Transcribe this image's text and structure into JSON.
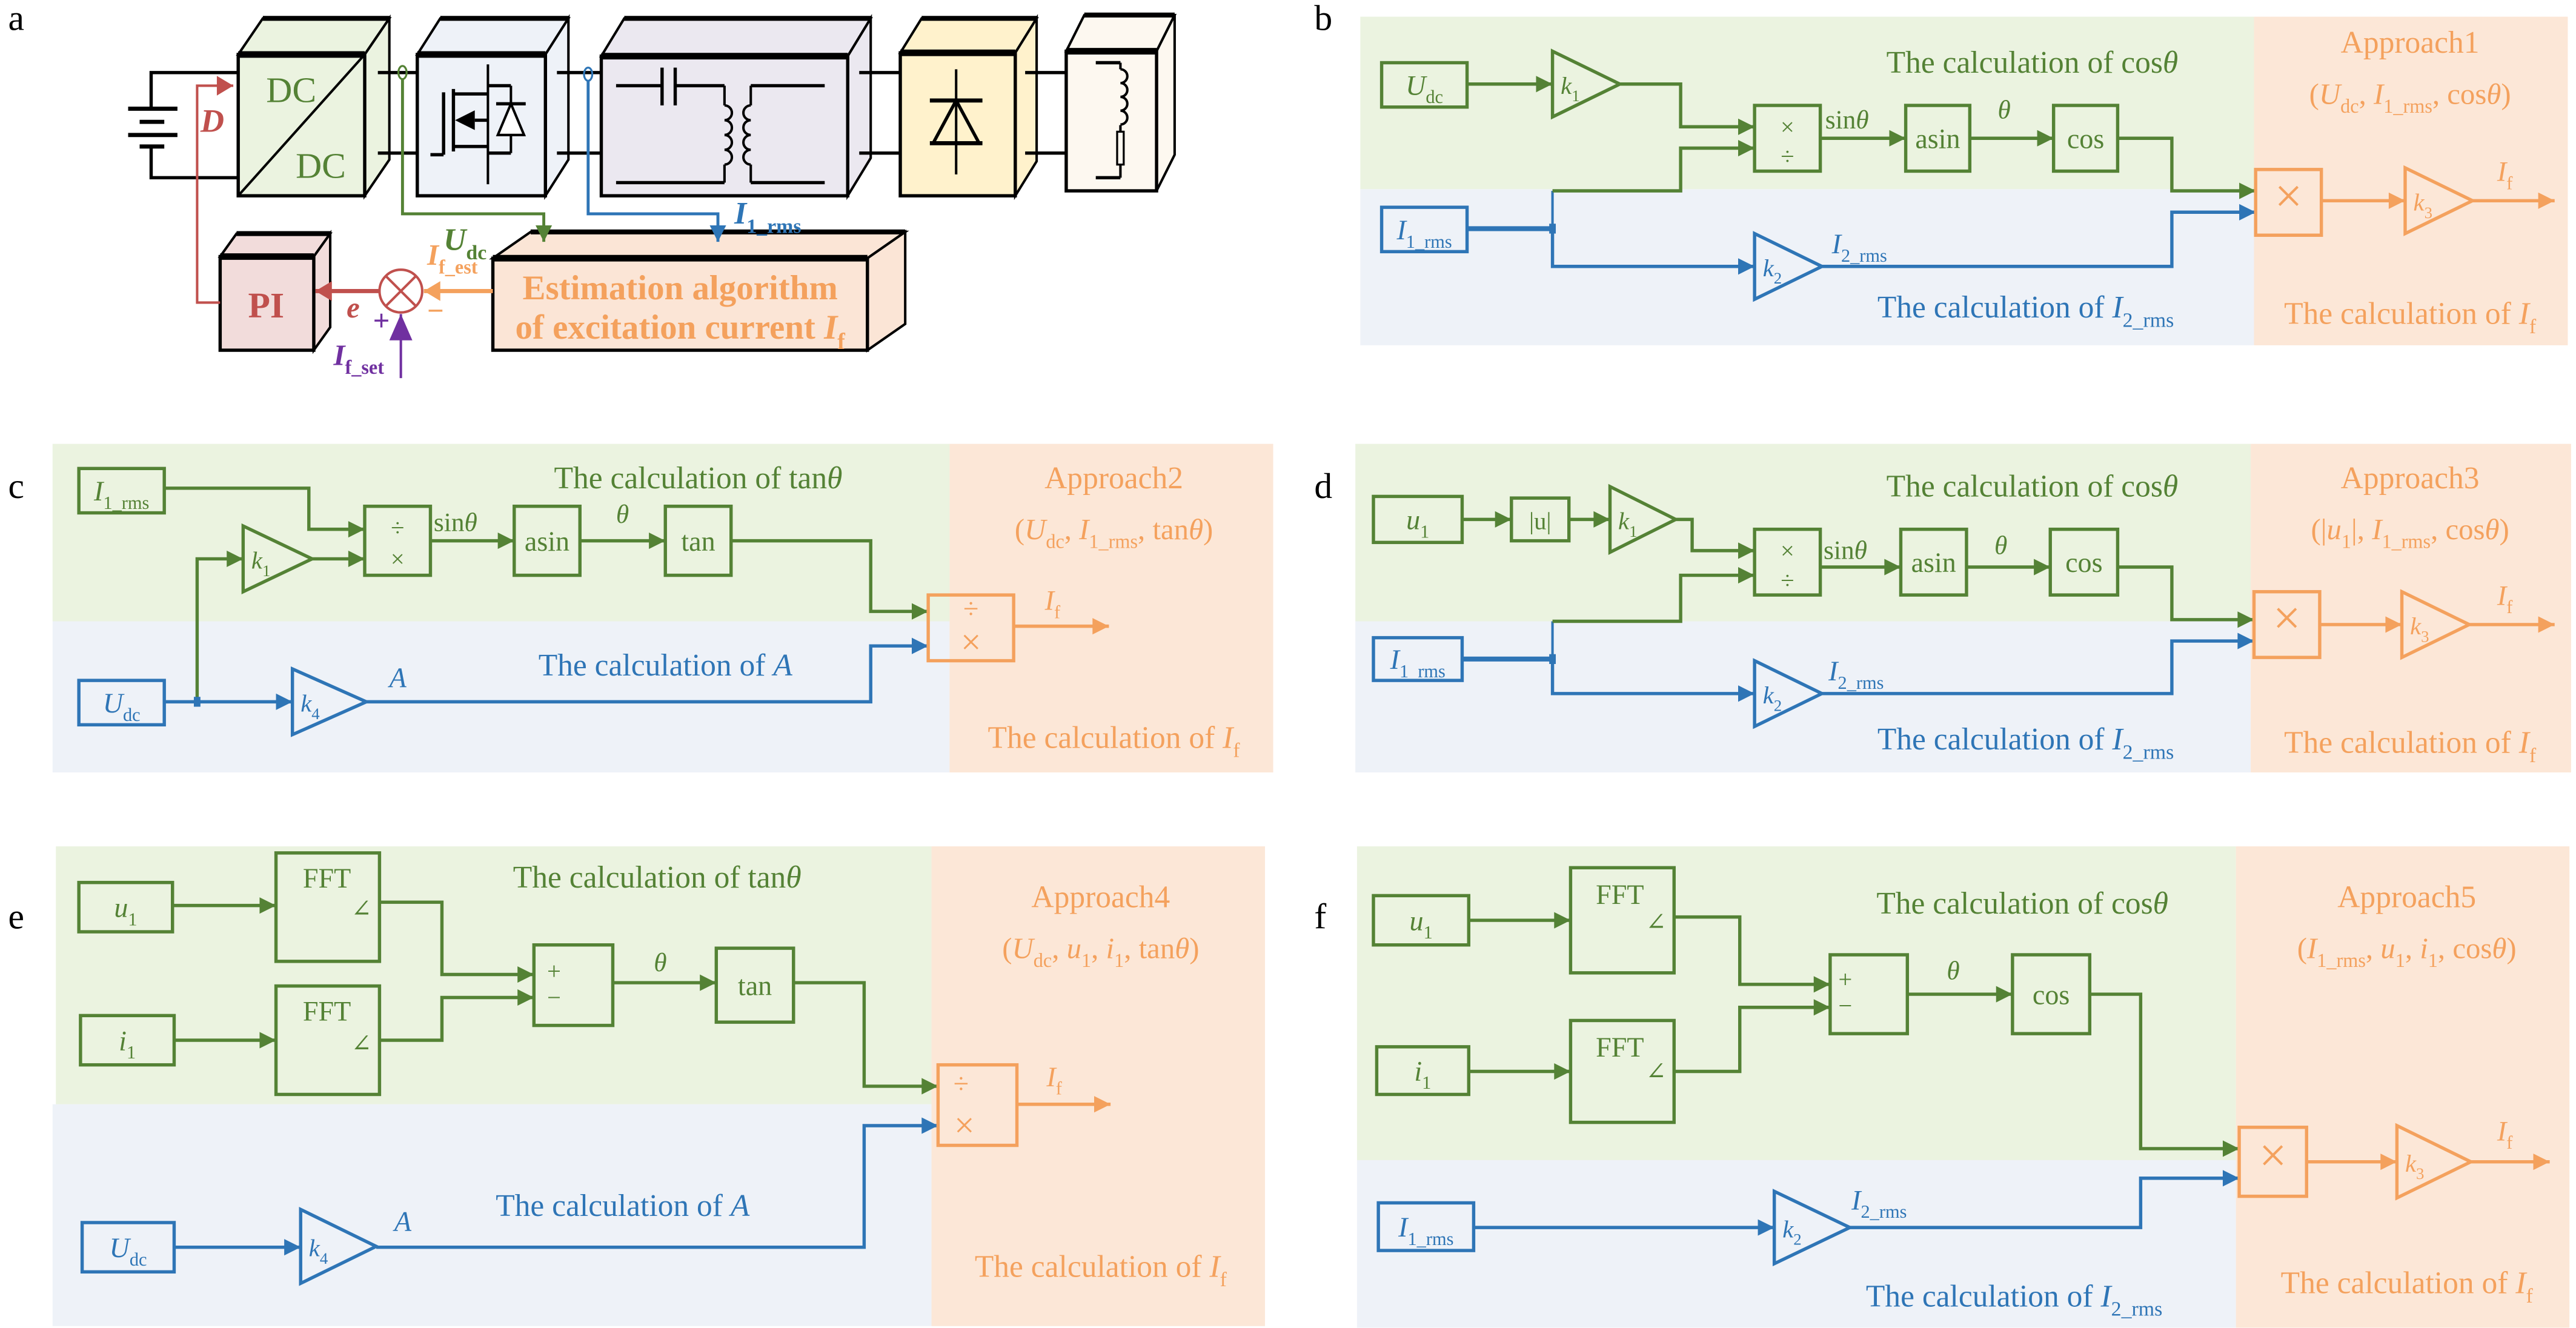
{
  "panel_labels": {
    "a": "a",
    "b": "b",
    "c": "c",
    "d": "d",
    "e": "e",
    "f": "f"
  },
  "colors": {
    "green": "#548235",
    "blue": "#2e75b6",
    "orange": "#f4a15d",
    "red": "#c0504d",
    "purple": "#7030a0",
    "green_bg": "#ebf3e0",
    "blue_bg": "#eef2f8",
    "orange_bg": "#fce7d7",
    "box_dcdc": "#ebf3e0",
    "box_inverter": "#eef2f8",
    "box_transformer": "#ebe8f0",
    "box_rectifier": "#fff2cc",
    "box_load": "#fdf8f0",
    "box_estimation": "#fbe5d6",
    "box_pi": "#f2dcdb"
  },
  "a": {
    "dc_top": "DC",
    "dc_bottom": "DC",
    "D": [
      {
        "t": "D",
        "s": "i"
      }
    ],
    "udc": [
      {
        "t": "U",
        "s": "i"
      },
      {
        "t": "dc",
        "s": "sub"
      }
    ],
    "i1rms": [
      {
        "t": "I",
        "s": "i"
      },
      {
        "t": "1_rms",
        "s": "sub"
      }
    ],
    "ifest": [
      {
        "t": "I",
        "s": "i"
      },
      {
        "t": "f_est",
        "s": "sub"
      }
    ],
    "minus": "−",
    "plus": "+",
    "e": [
      {
        "t": "e",
        "s": "i"
      }
    ],
    "ifset": [
      {
        "t": "I",
        "s": "i"
      },
      {
        "t": "f_set",
        "s": "sub"
      }
    ],
    "pi": "PI",
    "est_line1": "Estimation algorithm",
    "est_line2": [
      {
        "t": "of excitation current "
      },
      {
        "t": "I",
        "s": "i"
      },
      {
        "t": "f",
        "s": "sub"
      }
    ]
  },
  "b": {
    "udc": [
      {
        "t": "U",
        "s": "i"
      },
      {
        "t": "dc",
        "s": "sub"
      }
    ],
    "k1": [
      {
        "t": "k",
        "s": "i"
      },
      {
        "t": "1",
        "s": "sub"
      }
    ],
    "mul": "×",
    "div": "÷",
    "sin": [
      {
        "t": "sin"
      },
      {
        "t": "θ",
        "s": "i"
      }
    ],
    "asin": "asin",
    "theta": [
      {
        "t": "θ",
        "s": "i"
      }
    ],
    "cos": "cos",
    "i1rms": [
      {
        "t": "I",
        "s": "i"
      },
      {
        "t": "1_rms",
        "s": "sub"
      }
    ],
    "k2": [
      {
        "t": "k",
        "s": "i"
      },
      {
        "t": "2",
        "s": "sub"
      }
    ],
    "i2rms": [
      {
        "t": "I",
        "s": "i"
      },
      {
        "t": "2_rms",
        "s": "sub"
      }
    ],
    "x": "×",
    "k3": [
      {
        "t": "k",
        "s": "i"
      },
      {
        "t": "3",
        "s": "sub"
      }
    ],
    "if": [
      {
        "t": "I",
        "s": "i"
      },
      {
        "t": "f",
        "s": "sub"
      }
    ],
    "title_green": [
      {
        "t": "The calculation of cos"
      },
      {
        "t": "θ",
        "s": "i"
      }
    ],
    "approach": "Approach1",
    "approach_args": [
      {
        "t": "("
      },
      {
        "t": "U",
        "s": "i"
      },
      {
        "t": "dc",
        "s": "sub"
      },
      {
        "t": ", "
      },
      {
        "t": "I",
        "s": "i"
      },
      {
        "t": "1_rms",
        "s": "sub"
      },
      {
        "t": ", cos"
      },
      {
        "t": "θ",
        "s": "i"
      },
      {
        "t": ")"
      }
    ],
    "title_blue": [
      {
        "t": "The calculation of "
      },
      {
        "t": "I",
        "s": "i"
      },
      {
        "t": "2_rms",
        "s": "sub"
      }
    ],
    "title_orange": [
      {
        "t": "The calculation of "
      },
      {
        "t": "I",
        "s": "i"
      },
      {
        "t": "f",
        "s": "sub"
      }
    ]
  },
  "c": {
    "i1rms": [
      {
        "t": "I",
        "s": "i"
      },
      {
        "t": "1_rms",
        "s": "sub"
      }
    ],
    "k1": [
      {
        "t": "k",
        "s": "i"
      },
      {
        "t": "1",
        "s": "sub"
      }
    ],
    "div": "÷",
    "mul": "×",
    "sin": [
      {
        "t": "sin"
      },
      {
        "t": "θ",
        "s": "i"
      }
    ],
    "asin": "asin",
    "theta": [
      {
        "t": "θ",
        "s": "i"
      }
    ],
    "tan": "tan",
    "udc": [
      {
        "t": "U",
        "s": "i"
      },
      {
        "t": "dc",
        "s": "sub"
      }
    ],
    "k4": [
      {
        "t": "k",
        "s": "i"
      },
      {
        "t": "4",
        "s": "sub"
      }
    ],
    "A": [
      {
        "t": "A",
        "s": "i"
      }
    ],
    "out_div": "÷",
    "out_mul": "×",
    "if": [
      {
        "t": "I",
        "s": "i"
      },
      {
        "t": "f",
        "s": "sub"
      }
    ],
    "title_green": [
      {
        "t": "The calculation of tan"
      },
      {
        "t": "θ",
        "s": "i"
      }
    ],
    "approach": "Approach2",
    "approach_args": [
      {
        "t": "("
      },
      {
        "t": "U",
        "s": "i"
      },
      {
        "t": "dc",
        "s": "sub"
      },
      {
        "t": ", "
      },
      {
        "t": "I",
        "s": "i"
      },
      {
        "t": "1_rms",
        "s": "sub"
      },
      {
        "t": ", tan"
      },
      {
        "t": "θ",
        "s": "i"
      },
      {
        "t": ")"
      }
    ],
    "title_blue": [
      {
        "t": "The calculation of "
      },
      {
        "t": "A",
        "s": "i"
      }
    ],
    "title_orange": [
      {
        "t": "The calculation of "
      },
      {
        "t": "I",
        "s": "i"
      },
      {
        "t": "f",
        "s": "sub"
      }
    ]
  },
  "d": {
    "u1": [
      {
        "t": "u",
        "s": "i"
      },
      {
        "t": "1",
        "s": "sub"
      }
    ],
    "abs": "|u|",
    "k1": [
      {
        "t": "k",
        "s": "i"
      },
      {
        "t": "1",
        "s": "sub"
      }
    ],
    "mul": "×",
    "div": "÷",
    "sin": [
      {
        "t": "sin"
      },
      {
        "t": "θ",
        "s": "i"
      }
    ],
    "asin": "asin",
    "theta": [
      {
        "t": "θ",
        "s": "i"
      }
    ],
    "cos": "cos",
    "i1rms": [
      {
        "t": "I",
        "s": "i"
      },
      {
        "t": "1_rms",
        "s": "sub"
      }
    ],
    "k2": [
      {
        "t": "k",
        "s": "i"
      },
      {
        "t": "2",
        "s": "sub"
      }
    ],
    "i2rms": [
      {
        "t": "I",
        "s": "i"
      },
      {
        "t": "2_rms",
        "s": "sub"
      }
    ],
    "x": "×",
    "k3": [
      {
        "t": "k",
        "s": "i"
      },
      {
        "t": "3",
        "s": "sub"
      }
    ],
    "if": [
      {
        "t": "I",
        "s": "i"
      },
      {
        "t": "f",
        "s": "sub"
      }
    ],
    "title_green": [
      {
        "t": "The calculation of cos"
      },
      {
        "t": "θ",
        "s": "i"
      }
    ],
    "approach": "Approach3",
    "approach_args": [
      {
        "t": "(|"
      },
      {
        "t": "u",
        "s": "i"
      },
      {
        "t": "1",
        "s": "sub"
      },
      {
        "t": "|, "
      },
      {
        "t": "I",
        "s": "i"
      },
      {
        "t": "1_rms",
        "s": "sub"
      },
      {
        "t": ", cos"
      },
      {
        "t": "θ",
        "s": "i"
      },
      {
        "t": ")"
      }
    ],
    "title_blue": [
      {
        "t": "The calculation of "
      },
      {
        "t": "I",
        "s": "i"
      },
      {
        "t": "2_rms",
        "s": "sub"
      }
    ],
    "title_orange": [
      {
        "t": "The calculation of "
      },
      {
        "t": "I",
        "s": "i"
      },
      {
        "t": "f",
        "s": "sub"
      }
    ]
  },
  "e": {
    "u1": [
      {
        "t": "u",
        "s": "i"
      },
      {
        "t": "1",
        "s": "sub"
      }
    ],
    "i1": [
      {
        "t": "i",
        "s": "i"
      },
      {
        "t": "1",
        "s": "sub"
      }
    ],
    "fft": "FFT",
    "angle": "∠",
    "plus": "+",
    "minus": "−",
    "theta": [
      {
        "t": "θ",
        "s": "i"
      }
    ],
    "tan": "tan",
    "udc": [
      {
        "t": "U",
        "s": "i"
      },
      {
        "t": "dc",
        "s": "sub"
      }
    ],
    "k4": [
      {
        "t": "k",
        "s": "i"
      },
      {
        "t": "4",
        "s": "sub"
      }
    ],
    "A": [
      {
        "t": "A",
        "s": "i"
      }
    ],
    "out_div": "÷",
    "out_mul": "×",
    "if": [
      {
        "t": "I",
        "s": "i"
      },
      {
        "t": "f",
        "s": "sub"
      }
    ],
    "title_green": [
      {
        "t": "The calculation of tan"
      },
      {
        "t": "θ",
        "s": "i"
      }
    ],
    "approach": "Approach4",
    "approach_args": [
      {
        "t": "("
      },
      {
        "t": "U",
        "s": "i"
      },
      {
        "t": "dc",
        "s": "sub"
      },
      {
        "t": ", "
      },
      {
        "t": "u",
        "s": "i"
      },
      {
        "t": "1",
        "s": "sub"
      },
      {
        "t": ", "
      },
      {
        "t": "i",
        "s": "i"
      },
      {
        "t": "1",
        "s": "sub"
      },
      {
        "t": ", tan"
      },
      {
        "t": "θ",
        "s": "i"
      },
      {
        "t": ")"
      }
    ],
    "title_blue": [
      {
        "t": "The calculation of "
      },
      {
        "t": "A",
        "s": "i"
      }
    ],
    "title_orange": [
      {
        "t": "The calculation of "
      },
      {
        "t": "I",
        "s": "i"
      },
      {
        "t": "f",
        "s": "sub"
      }
    ]
  },
  "f": {
    "u1": [
      {
        "t": "u",
        "s": "i"
      },
      {
        "t": "1",
        "s": "sub"
      }
    ],
    "i1": [
      {
        "t": "i",
        "s": "i"
      },
      {
        "t": "1",
        "s": "sub"
      }
    ],
    "fft": "FFT",
    "angle": "∠",
    "plus": "+",
    "minus": "−",
    "theta": [
      {
        "t": "θ",
        "s": "i"
      }
    ],
    "cos": "cos",
    "i1rms": [
      {
        "t": "I",
        "s": "i"
      },
      {
        "t": "1_rms",
        "s": "sub"
      }
    ],
    "k2": [
      {
        "t": "k",
        "s": "i"
      },
      {
        "t": "2",
        "s": "sub"
      }
    ],
    "i2rms": [
      {
        "t": "I",
        "s": "i"
      },
      {
        "t": "2_rms",
        "s": "sub"
      }
    ],
    "x": "×",
    "k3": [
      {
        "t": "k",
        "s": "i"
      },
      {
        "t": "3",
        "s": "sub"
      }
    ],
    "if": [
      {
        "t": "I",
        "s": "i"
      },
      {
        "t": "f",
        "s": "sub"
      }
    ],
    "title_green": [
      {
        "t": "The calculation of cos"
      },
      {
        "t": "θ",
        "s": "i"
      }
    ],
    "approach": "Approach5",
    "approach_args": [
      {
        "t": "("
      },
      {
        "t": "I",
        "s": "i"
      },
      {
        "t": "1_rms",
        "s": "sub"
      },
      {
        "t": ", "
      },
      {
        "t": "u",
        "s": "i"
      },
      {
        "t": "1",
        "s": "sub"
      },
      {
        "t": ", "
      },
      {
        "t": "i",
        "s": "i"
      },
      {
        "t": "1",
        "s": "sub"
      },
      {
        "t": ", cos"
      },
      {
        "t": "θ",
        "s": "i"
      },
      {
        "t": ")"
      }
    ],
    "title_blue": [
      {
        "t": "The calculation of "
      },
      {
        "t": "I",
        "s": "i"
      },
      {
        "t": "2_rms",
        "s": "sub"
      }
    ],
    "title_orange": [
      {
        "t": "The calculation of "
      },
      {
        "t": "I",
        "s": "i"
      },
      {
        "t": "f",
        "s": "sub"
      }
    ]
  }
}
